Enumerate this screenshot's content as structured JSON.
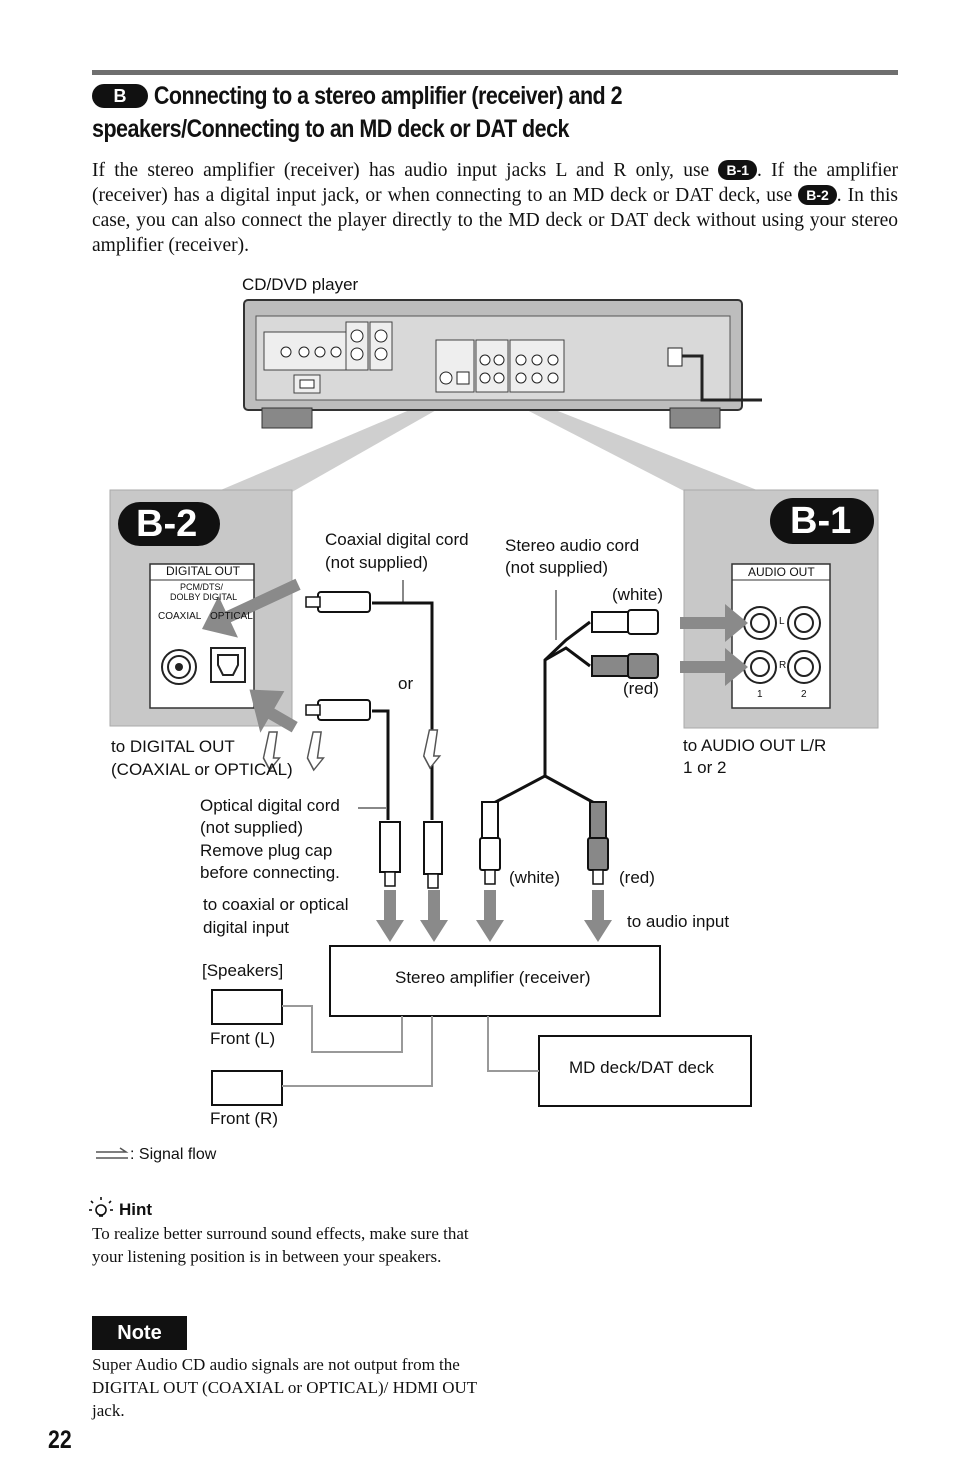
{
  "section": {
    "badge": "B",
    "title": "Connecting to a stereo amplifier (receiver) and 2 speakers/Connecting to an MD deck or DAT deck"
  },
  "intro": {
    "part1": "If the stereo amplifier (receiver) has audio input jacks L and R only, use ",
    "ref1": "B-1",
    "part2": ". If the amplifier (receiver) has a digital input jack, or when connecting to an MD deck or DAT deck, use ",
    "ref2": "B-2",
    "part3": ". In this case, you can also connect the player directly to the MD deck or DAT deck without using your stereo amplifier (receiver)."
  },
  "diagram": {
    "player_label": "CD/DVD player",
    "panel_b2": {
      "badge": "B-2",
      "jack_group": "DIGITAL OUT",
      "jack_sub1": "PCM/DTS/",
      "jack_sub2": "DOLBY DIGITAL",
      "coaxial": "COAXIAL",
      "optical": "OPTICAL"
    },
    "panel_b1": {
      "badge": "B-1",
      "jack_group": "AUDIO OUT",
      "l": "L",
      "r": "R",
      "n1": "1",
      "n2": "2"
    },
    "coaxial_cord": "Coaxial digital cord",
    "coaxial_cord_sub": "(not supplied)",
    "stereo_cord": "Stereo audio cord",
    "stereo_cord_sub": "(not supplied)",
    "white_top": "(white)",
    "red_top": "(red)",
    "or": "or",
    "to_digital_out_1": "to DIGITAL OUT",
    "to_digital_out_2": "(COAXIAL or OPTICAL)",
    "to_audio_out_1": "to AUDIO OUT L/R",
    "to_audio_out_2": "1 or 2",
    "optical_cord_1": "Optical digital cord",
    "optical_cord_2": "(not supplied)",
    "optical_cord_3": "Remove plug cap",
    "optical_cord_4": "before connecting.",
    "white_bottom": "(white)",
    "red_bottom": "(red)",
    "to_digital_input_1": "to coaxial or optical",
    "to_digital_input_2": "digital input",
    "to_audio_input": "to audio input",
    "speakers": "[Speakers]",
    "amplifier": "Stereo amplifier (receiver)",
    "front_l": "Front (L)",
    "front_r": "Front (R)",
    "md_deck": "MD deck/DAT deck",
    "signal_flow": ": Signal flow"
  },
  "hint": {
    "title": "Hint",
    "text": "To realize better surround sound effects, make sure that your listening position is in between your speakers."
  },
  "note": {
    "title": "Note",
    "text": "Super Audio CD audio signals are not output from the DIGITAL OUT (COAXIAL or OPTICAL)/ HDMI OUT jack."
  },
  "page_number": "22",
  "colors": {
    "panel_gray": "#c8c8c8",
    "arrow_gray": "#8a8a8a",
    "ink": "#111111"
  }
}
